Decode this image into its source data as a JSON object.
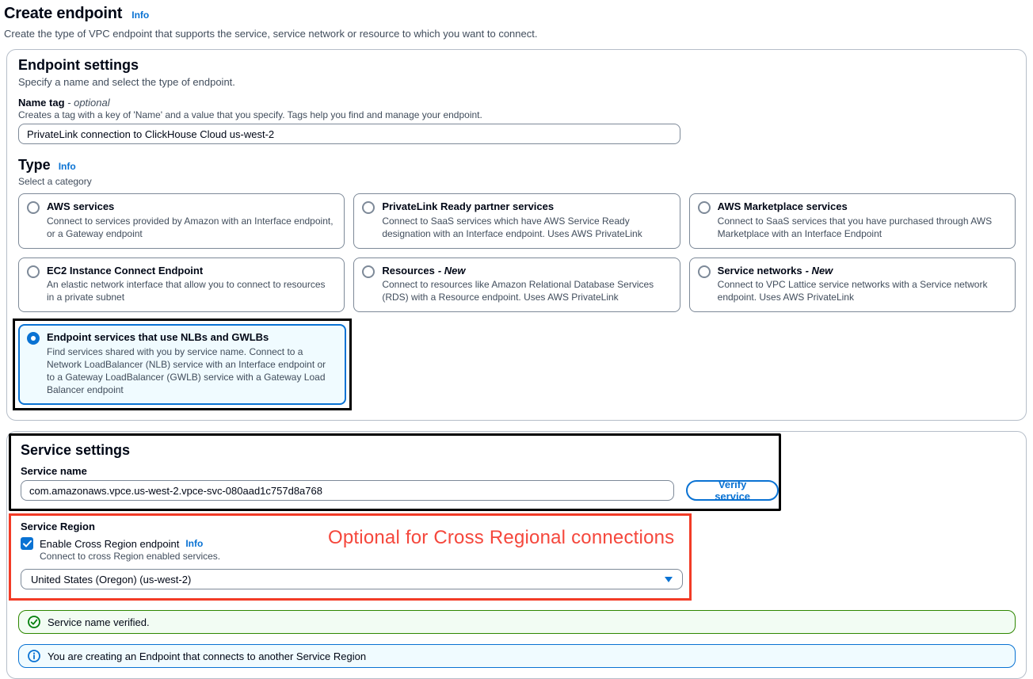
{
  "page": {
    "title": "Create endpoint",
    "title_info": "Info",
    "subtitle": "Create the type of VPC endpoint that supports the service, service network or resource to which you want to connect."
  },
  "endpoint_settings": {
    "title": "Endpoint settings",
    "description": "Specify a name and select the type of endpoint.",
    "name_tag": {
      "label": "Name tag",
      "optional": "- optional",
      "help": "Creates a tag with a key of 'Name' and a value that you specify. Tags help you find and manage your endpoint.",
      "value": "PrivateLink connection to ClickHouse Cloud us-west-2"
    },
    "type": {
      "label": "Type",
      "info": "Info",
      "description": "Select a category",
      "options": [
        {
          "label": "AWS services",
          "suffix": "",
          "description": "Connect to services provided by Amazon with an Interface endpoint, or a Gateway endpoint",
          "selected": false
        },
        {
          "label": "PrivateLink Ready partner services",
          "suffix": "",
          "description": "Connect to SaaS services which have AWS Service Ready designation with an Interface endpoint. Uses AWS PrivateLink",
          "selected": false
        },
        {
          "label": "AWS Marketplace services",
          "suffix": "",
          "description": "Connect to SaaS services that you have purchased through AWS Marketplace with an Interface Endpoint",
          "selected": false
        },
        {
          "label": "EC2 Instance Connect Endpoint",
          "suffix": "",
          "description": "An elastic network interface that allow you to connect to resources in a private subnet",
          "selected": false
        },
        {
          "label": "Resources",
          "suffix": "- New",
          "description": "Connect to resources like Amazon Relational Database Services (RDS) with a Resource endpoint. Uses AWS PrivateLink",
          "selected": false
        },
        {
          "label": "Service networks",
          "suffix": "- New",
          "description": "Connect to VPC Lattice service networks with a Service network endpoint. Uses AWS PrivateLink",
          "selected": false
        },
        {
          "label": "Endpoint services that use NLBs and GWLBs",
          "suffix": "",
          "description": "Find services shared with you by service name. Connect to a Network LoadBalancer (NLB) service with an Interface endpoint or to a Gateway LoadBalancer (GWLB) service with a Gateway Load Balancer endpoint",
          "selected": true
        }
      ]
    }
  },
  "service_settings": {
    "title": "Service settings",
    "service_name": {
      "label": "Service name",
      "value": "com.amazonaws.vpce.us-west-2.vpce-svc-080aad1c757d8a768"
    },
    "verify_button": "Verify service",
    "service_region": {
      "label": "Service Region",
      "checkbox_label": "Enable Cross Region endpoint",
      "checkbox_info": "Info",
      "checkbox_checked": true,
      "help": "Connect to cross Region enabled services.",
      "selected_region": "United States (Oregon) (us-west-2)"
    },
    "annotation_text": "Optional for Cross Regional connections"
  },
  "alerts": {
    "success": "Service name verified.",
    "info": "You are creating an Endpoint that connects to another Service Region"
  },
  "colors": {
    "link_blue": "#0972d3",
    "accent_blue": "#0972d3",
    "selected_tile_bg": "#f0fbff",
    "success_border": "#2e8700",
    "success_bg": "#f2fcf3",
    "success_icon": "#037f0c",
    "info_border": "#0972d3",
    "info_bg": "#f0fbff",
    "annotation_black": "#000000",
    "annotation_red": "#f23b26"
  }
}
